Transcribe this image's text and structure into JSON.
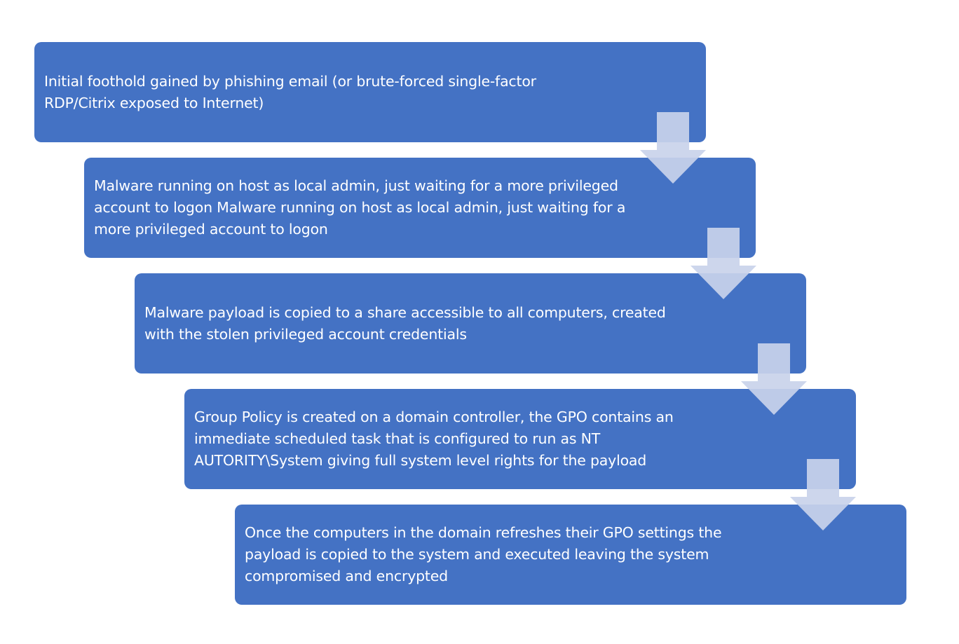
{
  "diagram": {
    "steps": [
      {
        "text": "Initial foothold gained by phishing email (or brute-forced single-factor RDP/Citrix exposed to Internet)"
      },
      {
        "text": "Malware running on host as local admin, just waiting for a more privileged account to logon Malware running on host as local admin, just waiting for a more privileged account to logon"
      },
      {
        "text": "Malware payload is copied to a share accessible to all computers, created with the stolen privileged account credentials"
      },
      {
        "text": "Group Policy is created on a domain controller, the GPO contains an immediate scheduled task that is configured to run as NT AUTORITY\\System giving full system level rights for the payload"
      },
      {
        "text": "Once the computers in the domain refreshes their GPO settings the payload is copied to the system and executed leaving the system compromised and encrypted"
      }
    ],
    "colors": {
      "box_fill": "#4472c4",
      "box_text": "#ffffff",
      "arrow_fill": "#c9d3ea"
    }
  }
}
